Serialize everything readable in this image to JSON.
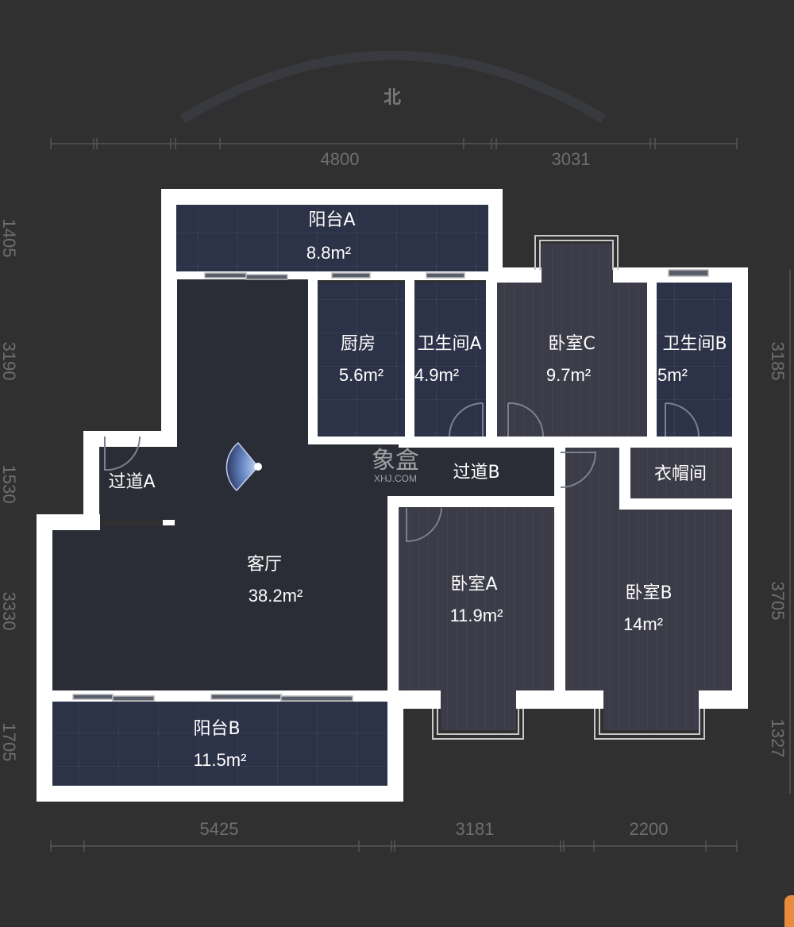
{
  "compass": {
    "direction_label": "北"
  },
  "dimensions": {
    "top": [
      "4800",
      "3031"
    ],
    "bottom": [
      "5425",
      "3181",
      "2200"
    ],
    "left": [
      "1405",
      "3190",
      "1530",
      "3330",
      "1705"
    ],
    "right": [
      "3185",
      "3705",
      "1327"
    ]
  },
  "rooms": {
    "balcony_a": {
      "name": "阳台A",
      "area": "8.8m²"
    },
    "kitchen": {
      "name": "厨房",
      "area": "5.6m²"
    },
    "bathroom_a": {
      "name": "卫生间A",
      "area": "4.9m²"
    },
    "bedroom_c": {
      "name": "卧室C",
      "area": "9.7m²"
    },
    "bathroom_b": {
      "name": "卫生间B",
      "area": "5m²"
    },
    "hallway_a": {
      "name": "过道A"
    },
    "hallway_b": {
      "name": "过道B"
    },
    "closet": {
      "name": "衣帽间"
    },
    "living_room": {
      "name": "客厅",
      "area": "38.2m²"
    },
    "bedroom_a": {
      "name": "卧室A",
      "area": "11.9m²"
    },
    "bedroom_b": {
      "name": "卧室B",
      "area": "14m²"
    },
    "balcony_b": {
      "name": "阳台B",
      "area": "11.5m²"
    }
  },
  "watermark": {
    "brand": "象盒",
    "site": "XHJ.COM"
  },
  "colors": {
    "background": "#303030",
    "wall": "#ffffff",
    "tile_room": "#2c3247",
    "wood_room": "#3b3c48",
    "open_room": "#2a2c36",
    "accent": "#e88b3e"
  }
}
